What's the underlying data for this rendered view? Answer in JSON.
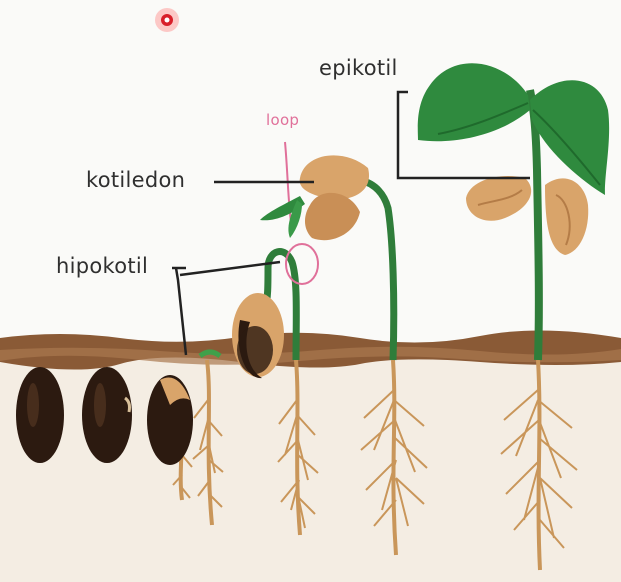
{
  "labels": {
    "epikotil": "epikotil",
    "loop": "loop",
    "kotiledon": "kotiledon",
    "hipokotil": "hipokotil"
  },
  "colors": {
    "soil": "#7b4a2a",
    "soil_band": "#9a6a45",
    "ground_below": "#f3ebe1",
    "seed_dark": "#2c1a10",
    "seed_tan": "#d9a46a",
    "stem": "#2f7d3a",
    "leaf": "#2f8a3e",
    "root": "#c9965a",
    "loop_marker": "#e0709a",
    "dot": "#d81f2a"
  },
  "icons": {
    "dot": "red-dot-icon"
  }
}
